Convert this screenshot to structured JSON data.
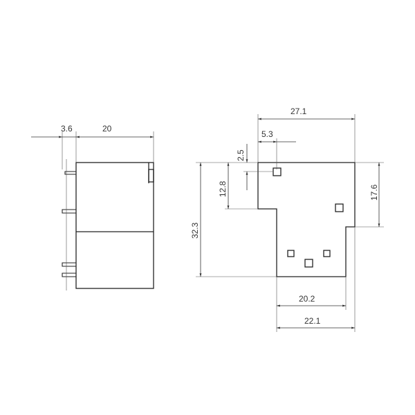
{
  "side_view": {
    "dim_pin_offset": "3.6",
    "dim_width": "20"
  },
  "top_view": {
    "dim_total_width": "27.1",
    "dim_notch_width": "5.3",
    "dim_small_height": "2.5",
    "dim_notch_height": "12.8",
    "dim_total_height": "32.3",
    "dim_upper_height": "17.6",
    "dim_bottom_width": "20.2",
    "dim_lower_width": "22.1"
  }
}
